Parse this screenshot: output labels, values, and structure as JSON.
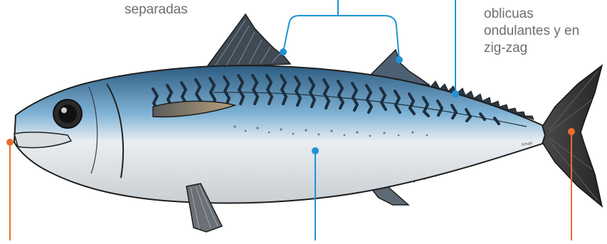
{
  "colors": {
    "blue_leader": "#1f93d4",
    "orange_leader": "#e8702a",
    "label_text": "#6e6e6e",
    "fish_back": "#3f6f93",
    "fish_belly": "#f2f3f4",
    "fish_outline": "#1f1f1f",
    "stripes": "#1d2e3d",
    "fins": "#2b2b2b"
  },
  "labels": {
    "left": {
      "lines": [
        "separadas"
      ]
    },
    "right": {
      "lines": [
        "oblicuas",
        "ondulantes y en",
        "zig-zag"
      ]
    }
  },
  "callouts": [
    {
      "id": "dorsal-fins",
      "color": "blue"
    },
    {
      "id": "back-stripes",
      "color": "blue"
    },
    {
      "id": "belly",
      "color": "blue"
    },
    {
      "id": "mouth",
      "color": "orange"
    },
    {
      "id": "tail",
      "color": "orange"
    }
  ]
}
